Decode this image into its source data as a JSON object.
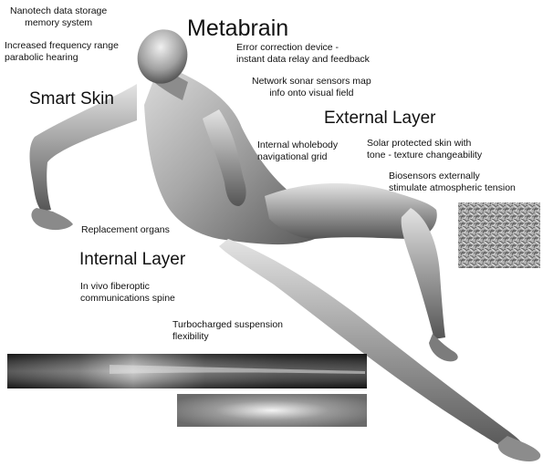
{
  "headings": {
    "metabrain": "Metabrain",
    "smart_skin": "Smart Skin",
    "external_layer": "External Layer",
    "internal_layer": "Internal Layer"
  },
  "labels": {
    "nanotech": [
      "Nanotech data storage",
      "memory system"
    ],
    "frequency": [
      "Increased frequency range",
      "parabolic hearing"
    ],
    "error_correction": [
      "Error correction device -",
      "instant data relay and feedback"
    ],
    "sonar": [
      "Network sonar sensors map",
      "info onto visual field"
    ],
    "wholebody": [
      "Internal wholebody",
      "navigational grid"
    ],
    "solar": [
      "Solar protected skin with",
      "tone - texture changeability"
    ],
    "biosensors": [
      "Biosensors externally",
      "stimulate atmospheric tension"
    ],
    "organs": [
      "Replacement organs"
    ],
    "fiberoptic": [
      "In vivo fiberoptic",
      "communications spine"
    ],
    "suspension": [
      "Turbocharged suspension",
      "flexibility"
    ]
  },
  "colors": {
    "figure_light": "#e8e8e8",
    "figure_mid": "#9a9a9a",
    "figure_dark": "#4a4a4a",
    "strip_dark": "#2e2e2e"
  }
}
